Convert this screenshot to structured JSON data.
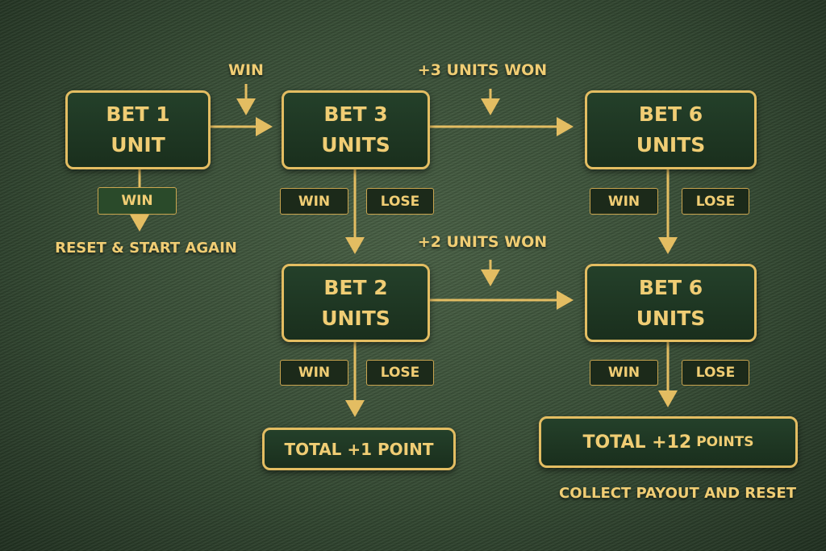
{
  "colors": {
    "gold": "#e3bd62",
    "text": "#f0cd74",
    "background": "#3a5038",
    "box_fill": "#1f3522"
  },
  "nodes": {
    "bet1": [
      "BET 1",
      "UNIT"
    ],
    "bet3": [
      "BET 3",
      "UNITS"
    ],
    "bet6_top": [
      "BET 6",
      "UNITS"
    ],
    "bet2": [
      "BET 2",
      "UNITS"
    ],
    "bet6_bottom": [
      "BET 6",
      "UNITS"
    ]
  },
  "outcomes": {
    "win": "WIN",
    "lose": "LOSE"
  },
  "labels": {
    "win_arrow": "WIN",
    "plus3": "+3 UNITS WON",
    "plus2": "+2 UNITS WON",
    "reset": "RESET & START AGAIN",
    "collect": "COLLECT PAYOUT AND RESET"
  },
  "totals": {
    "total1": "TOTAL +1 POINT",
    "total12_main": "TOTAL +12",
    "total12_unit": "POINTS"
  }
}
